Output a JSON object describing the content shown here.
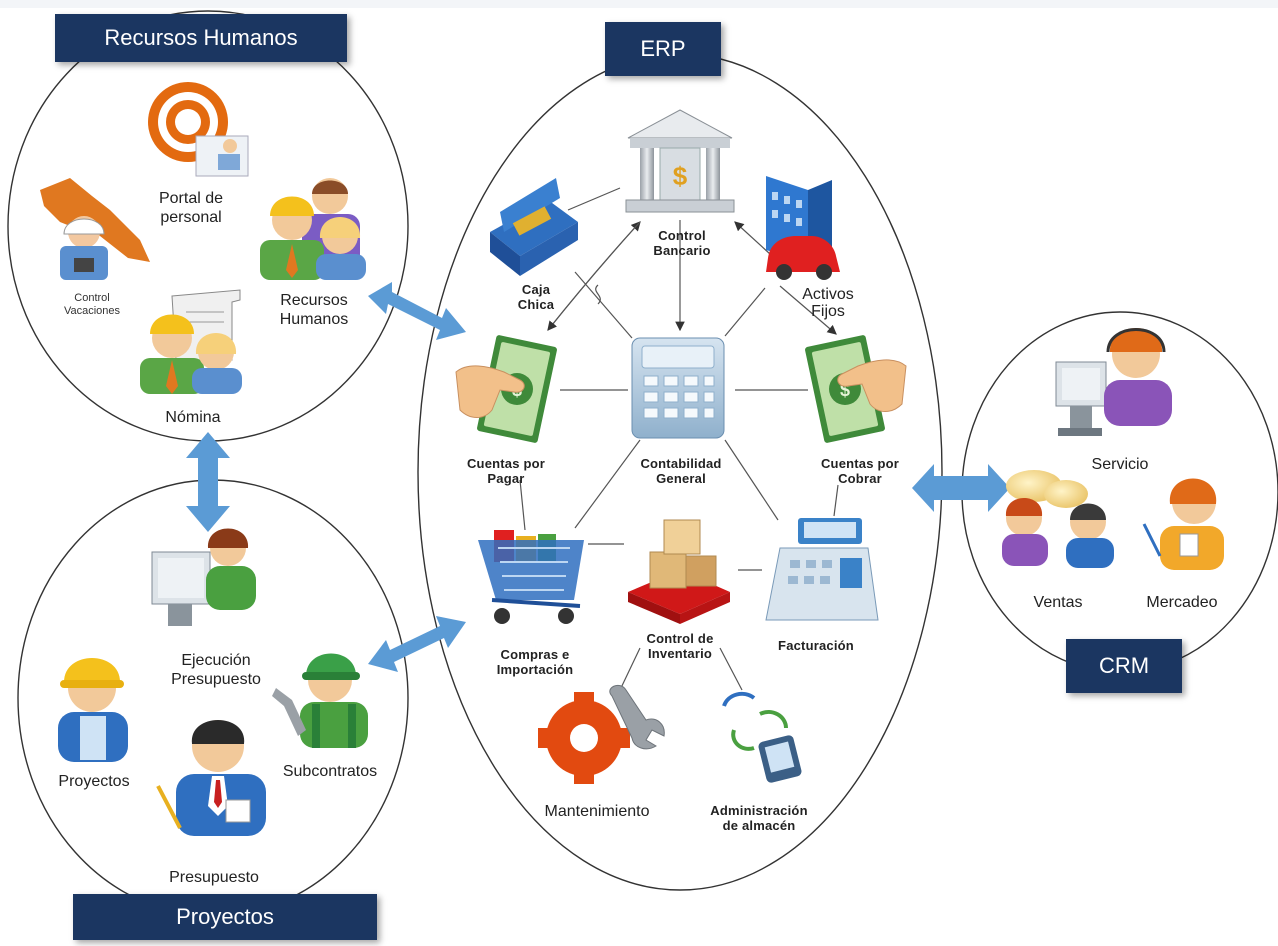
{
  "sections": {
    "recursos_humanos": "Recursos Humanos",
    "erp": "ERP",
    "crm": "CRM",
    "proyectos": "Proyectos"
  },
  "recursos_humanos": {
    "portal": "Portal de\npersonal",
    "control_vacaciones": "Control\nVacaciones",
    "recursos_humanos": "Recursos\nHumanos",
    "nomina": "Nómina"
  },
  "erp": {
    "control_bancario": "Control\nBancario",
    "caja_chica": "Caja\nChica",
    "activos_fijos": "Activos\nFijos",
    "cuentas_pagar": "Cuentas por\nPagar",
    "contabilidad": "Contabilidad\nGeneral",
    "cuentas_cobrar": "Cuentas por\nCobrar",
    "compras": "Compras e\nImportación",
    "control_inventario": "Control de\nInventario",
    "facturacion": "Facturación",
    "mantenimiento": "Mantenimiento",
    "almacen": "Administración\nde almacén"
  },
  "crm": {
    "servicio": "Servicio",
    "ventas": "Ventas",
    "mercadeo": "Mercadeo"
  },
  "proyectos": {
    "ejecucion": "Ejecución\nPresupuesto",
    "proyectos": "Proyectos",
    "subcontratos": "Subcontratos",
    "presupuesto": "Presupuesto"
  },
  "colors": {
    "header_bg": "#1b3661",
    "arrow": "#5b9bd5",
    "outline": "#333333"
  }
}
